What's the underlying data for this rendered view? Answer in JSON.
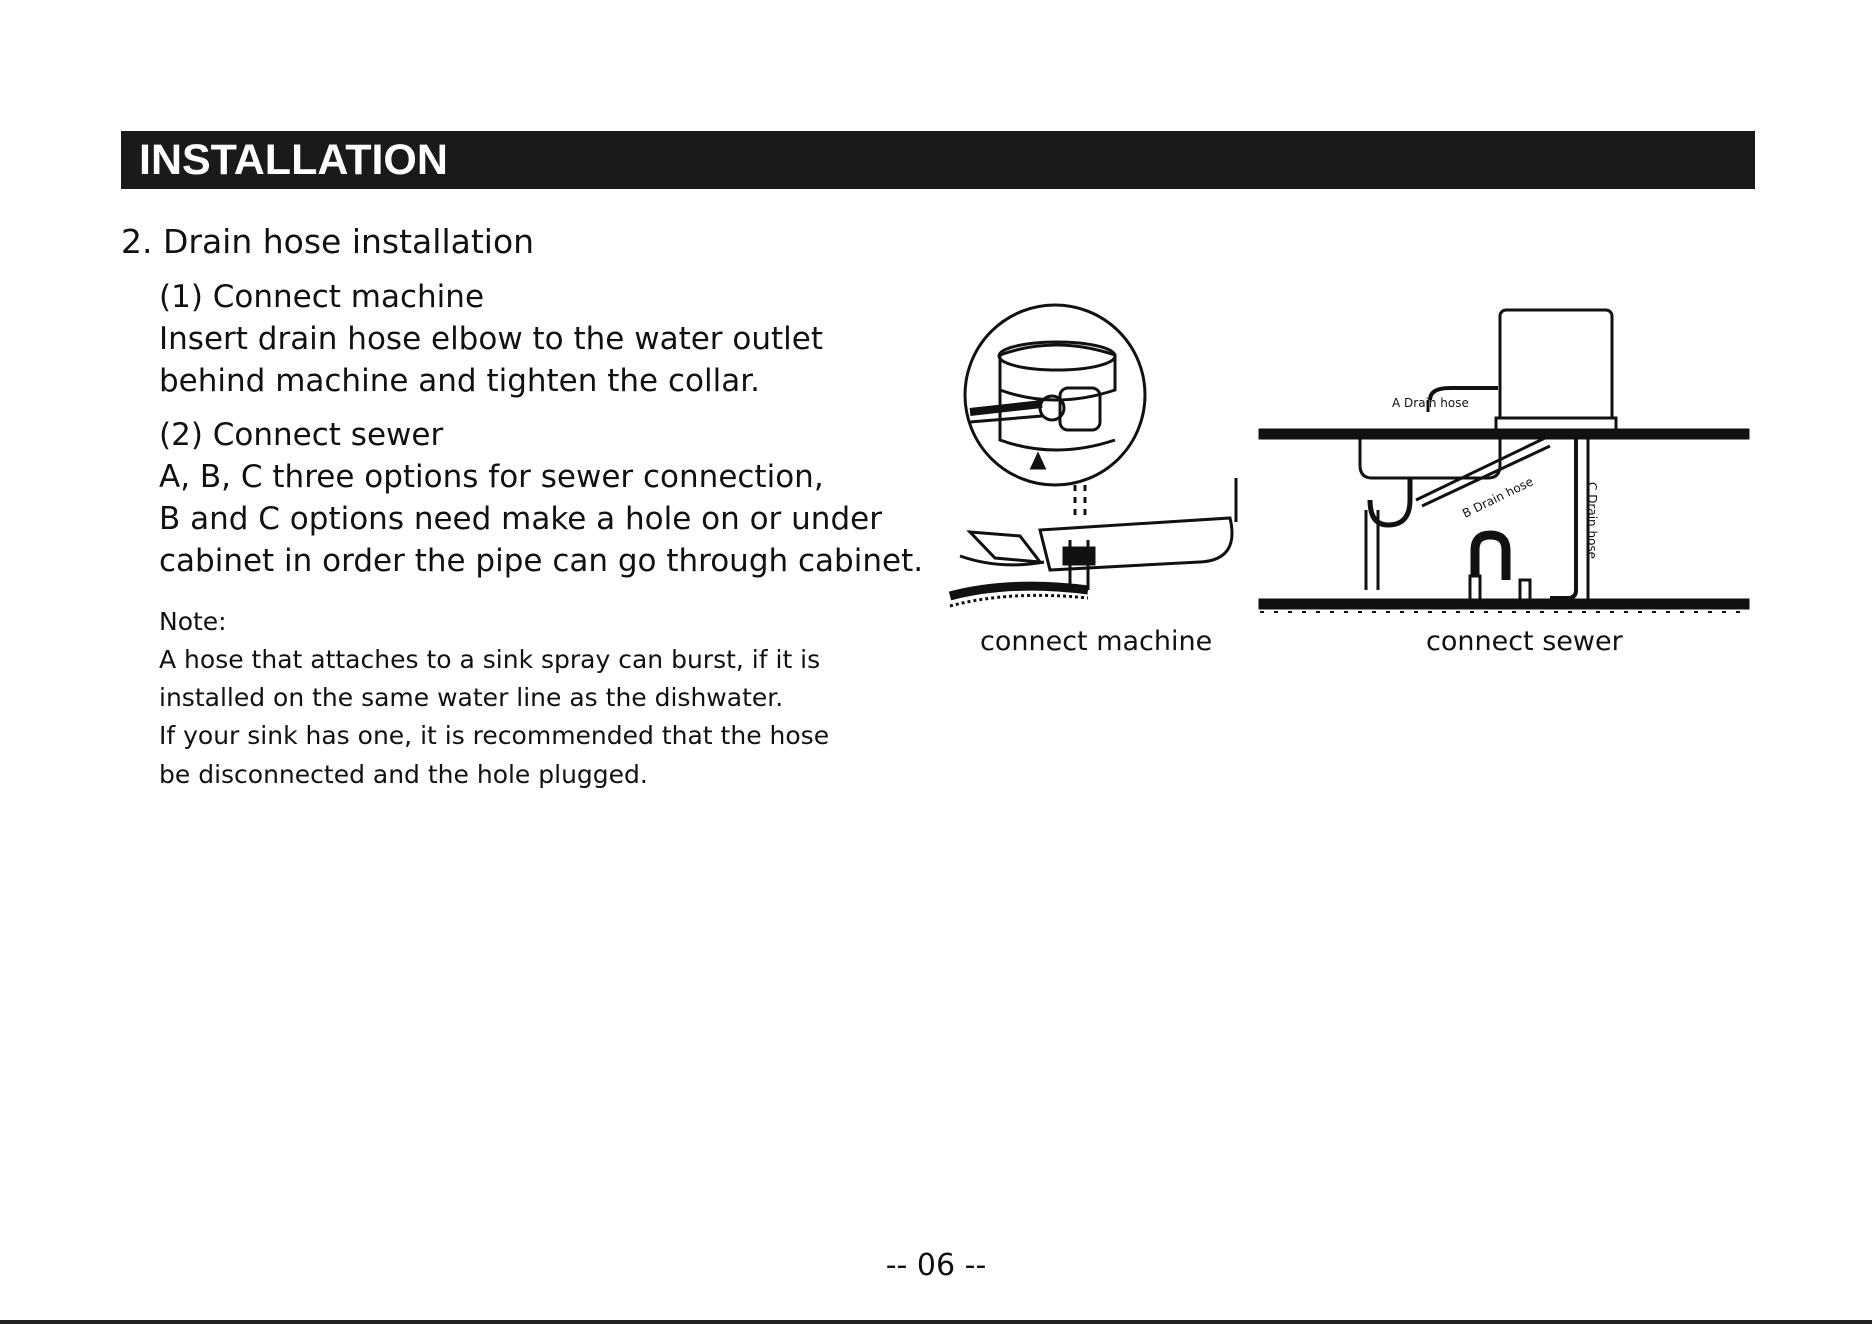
{
  "header": {
    "title": "INSTALLATION"
  },
  "section": {
    "title": "2. Drain hose installation",
    "steps": [
      {
        "heading": "(1) Connect machine",
        "lines": [
          "Insert drain hose elbow to the water outlet",
          "behind machine and tighten the collar."
        ]
      },
      {
        "heading": "(2) Connect sewer",
        "lines": [
          "A, B, C three options for sewer connection,",
          "B and C options need make a hole on or under",
          "cabinet in order the pipe can go through cabinet."
        ]
      }
    ],
    "note": {
      "label": "Note:",
      "lines": [
        "A hose that attaches to a sink spray can burst, if it is",
        "installed on the same water line as the dishwater.",
        "If your sink has one, it is recommended that the hose",
        "be disconnected and the hole plugged."
      ]
    }
  },
  "figure": {
    "captions": {
      "machine": "connect machine",
      "sewer": "connect sewer"
    },
    "labels": {
      "a": "A Drain hose",
      "b": "B Drain hose",
      "c": "C Drain hose"
    }
  },
  "footer": {
    "page_number": "-- 06 --"
  }
}
